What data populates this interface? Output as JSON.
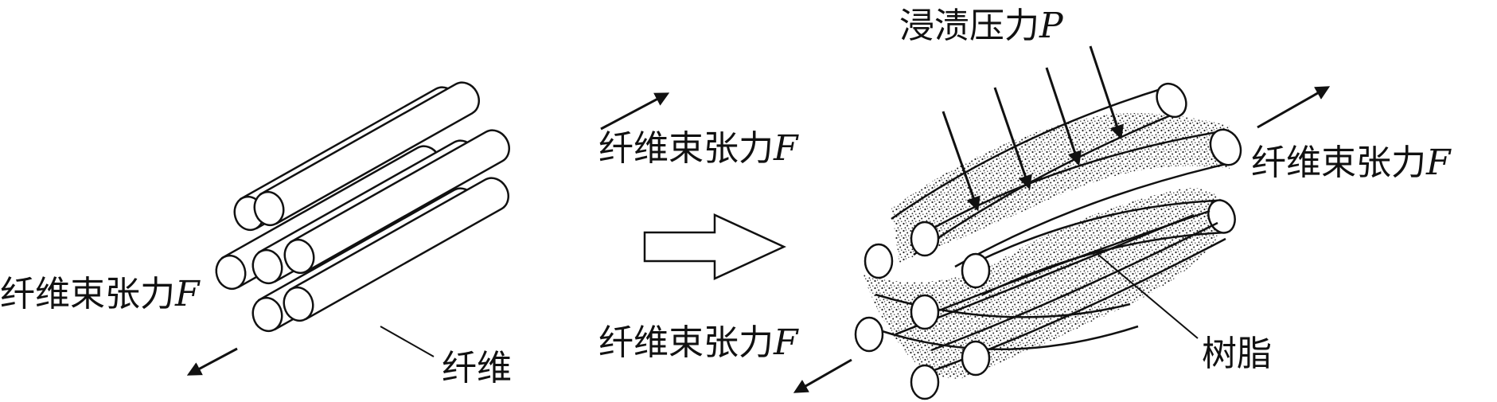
{
  "labels": {
    "tension_left_upper": {
      "text": "纤维束张力",
      "symbol": "F"
    },
    "tension_left_lower": {
      "text": "纤维束张力",
      "symbol": "F"
    },
    "tension_right_upper": {
      "text": "纤维束张力",
      "symbol": "F"
    },
    "tension_right_lower": {
      "text": "纤维束张力",
      "symbol": "F"
    },
    "impregnation_pressure": {
      "text": "浸渍压力",
      "symbol": "P"
    },
    "fiber": "纤维",
    "resin": "树脂"
  },
  "colors": {
    "ink": "#111111",
    "background": "#ffffff"
  }
}
